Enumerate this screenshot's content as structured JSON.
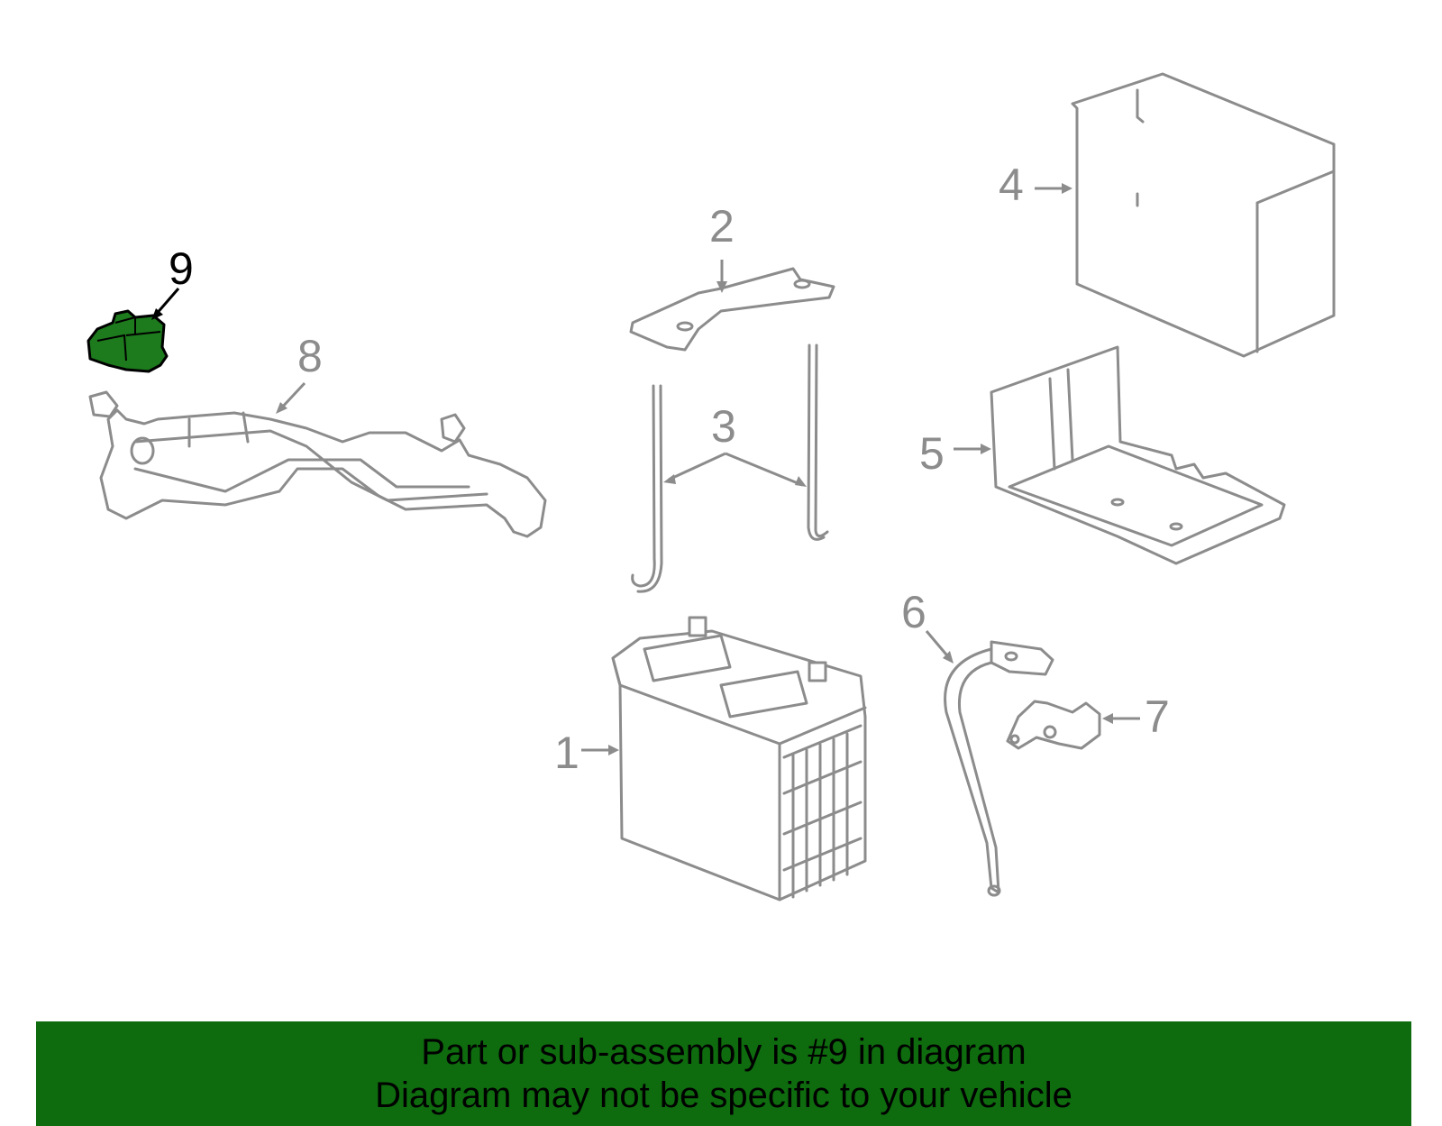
{
  "colors": {
    "part_stroke": "#8c8c8c",
    "highlight": "#1d7a1d",
    "banner_background": "#0e6b0e",
    "banner_text": "#000000"
  },
  "callouts": [
    {
      "number": "1",
      "part": "battery"
    },
    {
      "number": "2",
      "part": "battery hold-down plate"
    },
    {
      "number": "3",
      "part": "hold-down rods"
    },
    {
      "number": "4",
      "part": "battery cover box"
    },
    {
      "number": "5",
      "part": "battery tray"
    },
    {
      "number": "6",
      "part": "negative cable"
    },
    {
      "number": "7",
      "part": "terminal clamp"
    },
    {
      "number": "8",
      "part": "positive cable harness"
    },
    {
      "number": "9",
      "part": "fuse box"
    }
  ],
  "highlighted_callout": "9",
  "banner": {
    "line1": "Part or sub-assembly is #9 in diagram",
    "line2": "Diagram may not be specific to your vehicle"
  }
}
